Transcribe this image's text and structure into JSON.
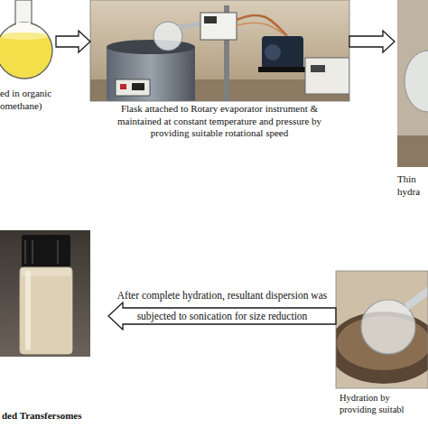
{
  "diagram": {
    "nodes": [
      {
        "text": [
          "ed in organic omethane)"
        ]
      },
      {
        "text": [
          "Flask attached to Rotary evaporator instrument & maintained at constant temperature and pressure by providing suitable rotational speed"
        ]
      },
      {
        "text": [
          "Thin hydra"
        ]
      },
      {
        "text": [
          "Hydration by providing suitabl"
        ]
      },
      {
        "text": [
          "ded Transfersomes"
        ]
      }
    ],
    "edges": [
      {
        "from": 0,
        "to": 1,
        "arrow": "to"
      },
      {
        "from": 1,
        "to": 2,
        "arrow": "to"
      },
      {
        "from": 3,
        "to": 4,
        "label": "After complete hydration, resultant dispersion was subjected to sonication for size reduction",
        "arrow": "to"
      }
    ]
  }
}
